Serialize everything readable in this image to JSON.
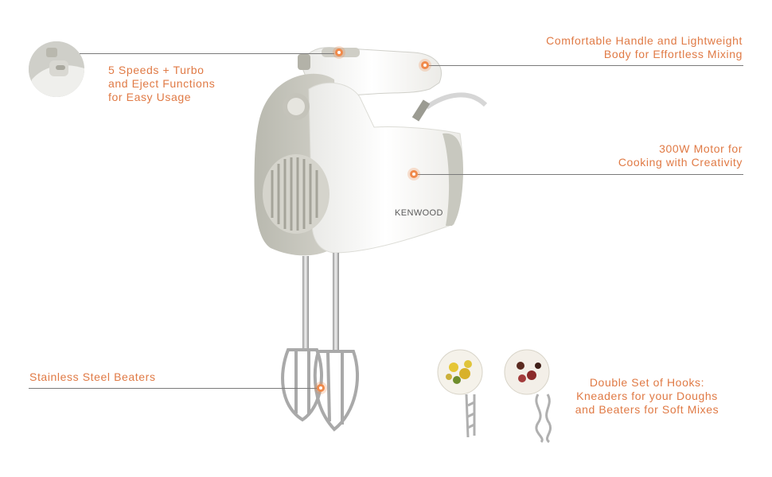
{
  "callouts": {
    "speeds": {
      "lines": [
        "5 Speeds + Turbo",
        "and Eject Functions",
        "for Easy Usage"
      ]
    },
    "handle": {
      "lines": [
        "Comfortable Handle and Lightweight",
        "Body for Effortless Mixing"
      ]
    },
    "motor": {
      "lines": [
        "300W Motor for",
        "Cooking with Creativity"
      ]
    },
    "beaters": {
      "lines": [
        "Stainless Steel Beaters"
      ]
    },
    "hooks": {
      "lines": [
        "Double Set of Hooks:",
        "Kneaders for your Doughs",
        "and Beaters for Soft Mixes"
      ]
    }
  },
  "product": {
    "brand_label": "KENWOOD"
  },
  "colors": {
    "accent": "#e07a45",
    "dot": "#f08a4b",
    "rule": "#7a7a7a",
    "body": "#f4f4f2",
    "trim": "#c8c8bf"
  }
}
